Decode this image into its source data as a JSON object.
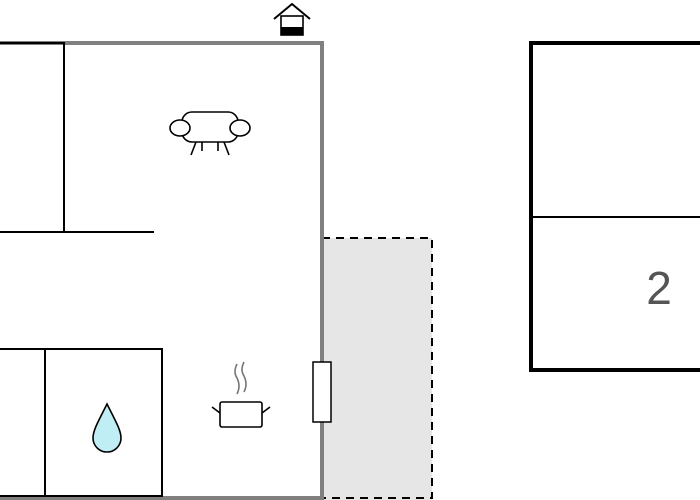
{
  "floorplan": {
    "rooms": [
      {
        "id": "living",
        "icon": "sofa-icon"
      },
      {
        "id": "kitchen",
        "icon": "cooking-pot-icon"
      },
      {
        "id": "bathroom",
        "icon": "water-drop-icon"
      },
      {
        "id": "bedroom",
        "label": "2"
      }
    ],
    "entrance": {
      "icon": "entrance-house-icon"
    },
    "terrace": {
      "style": "dashed",
      "fill": "#e6e6e6"
    },
    "colors": {
      "outer_wall": "#808080",
      "inner_wall": "#000000",
      "water": "#bfeef5",
      "terrace_fill": "#e6e6e6"
    }
  }
}
